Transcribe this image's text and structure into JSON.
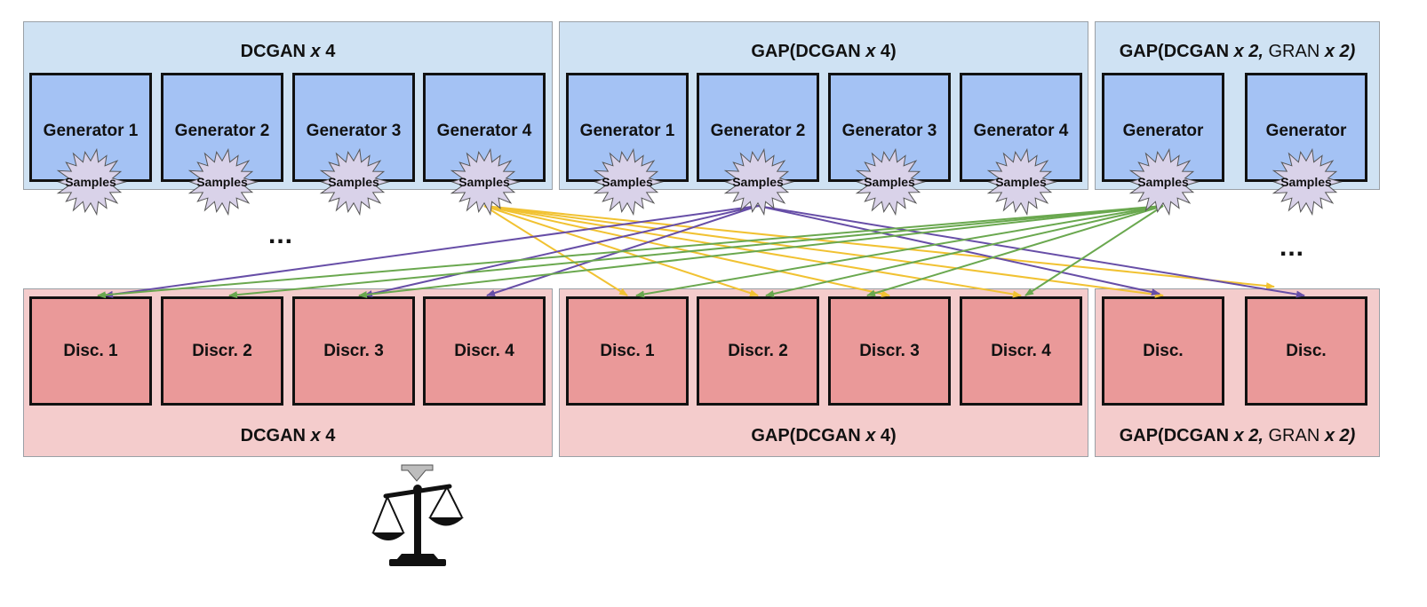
{
  "gen_panels": [
    {
      "pre": "DCGAN ",
      "mult": "x",
      "mid": " 4",
      "tail_plain": "",
      "tail_it": ""
    },
    {
      "pre": "GAP(DCGAN ",
      "mult": "x",
      "mid": " 4)",
      "tail_plain": "",
      "tail_it": ""
    },
    {
      "pre": "GAP(DCGAN ",
      "mult": "x 2,",
      "mid": "",
      "tail_plain": " GRAN ",
      "tail_it": "x 2)"
    }
  ],
  "disc_panels": [
    {
      "pre": "DCGAN ",
      "mult": "x",
      "mid": " 4",
      "tail_plain": "",
      "tail_it": ""
    },
    {
      "pre": "GAP(DCGAN ",
      "mult": "x",
      "mid": " 4)",
      "tail_plain": "",
      "tail_it": ""
    },
    {
      "pre": "GAP(DCGAN ",
      "mult": "x 2,",
      "mid": "",
      "tail_plain": " GRAN ",
      "tail_it": "x 2)"
    }
  ],
  "generators": [
    "Generator 1",
    "Generator 2",
    "Generator 3",
    "Generator 4",
    "Generator 1",
    "Generator 2",
    "Generator 3",
    "Generator 4",
    "Generator",
    "Generator"
  ],
  "discriminators": [
    "Disc. 1",
    "Discr. 2",
    "Discr. 3",
    "Discr. 4",
    "Disc. 1",
    "Discr. 2",
    "Discr. 3",
    "Discr. 4",
    "Disc.",
    "Disc."
  ],
  "samples_label": "Samples",
  "ellipsis": "...",
  "colors": {
    "gen_panel": "#cfe2f3",
    "gen_box": "#a4c2f4",
    "disc_panel": "#f4cccc",
    "disc_box": "#ea9999",
    "samples_burst": "#d9d2e9",
    "arrow_orange": "#f1c232",
    "arrow_purple": "#674ea7",
    "arrow_green": "#6aa84f"
  },
  "icons": [
    "scale-of-justice-icon",
    "down-arrow-icon"
  ]
}
